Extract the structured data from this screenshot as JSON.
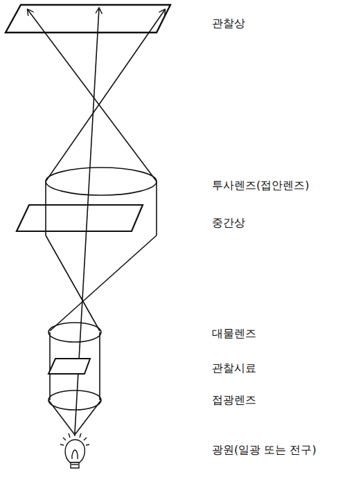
{
  "diagram": {
    "labels": [
      "관찰상",
      "투사렌즈(접안렌즈)",
      "중간상",
      "대물렌즈",
      "관찰시료",
      "접광렌즈",
      "광원(일광 또는 전구)"
    ]
  }
}
